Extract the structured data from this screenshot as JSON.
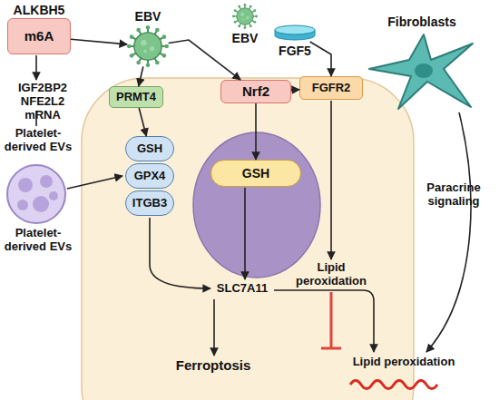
{
  "diagram": {
    "nodes": [
      {
        "text": [
          "ALKBH5",
          "m6A"
        ]
      },
      {
        "text": [
          "EBV"
        ]
      },
      {
        "text": [
          "EBV"
        ]
      },
      {
        "text": [
          "FGF5"
        ]
      },
      {
        "text": [
          "Fibroblasts"
        ]
      },
      {
        "text": [
          "PRMT4"
        ]
      },
      {
        "text": [
          "Nrf2"
        ]
      },
      {
        "text": [
          "FGFR2"
        ]
      },
      {
        "text": [
          "GSH"
        ]
      },
      {
        "text": [
          "GPX4"
        ]
      },
      {
        "text": [
          "ITGB3"
        ]
      },
      {
        "text": [
          "GSH"
        ]
      }
    ],
    "edges": [
      {
        "from": 0,
        "to": 1,
        "arrow": "to"
      },
      {
        "from": 1,
        "to": 5,
        "arrow": "to"
      },
      {
        "from": 1,
        "to": 6,
        "arrow": "to"
      },
      {
        "from": 5,
        "to": 8,
        "arrow": "to"
      },
      {
        "from": 6,
        "to": 11,
        "arrow": "to"
      },
      {
        "from": 6,
        "to": 7,
        "arrow": "to"
      },
      {
        "from": 3,
        "to": 7,
        "arrow": "to"
      }
    ],
    "labels": [
      "IGF2BP2 NFE2L2 mRNA",
      "Platelet-derived EVs",
      "Platelet-derived EVs",
      "Paracrine signaling",
      "Lipid peroxidation",
      "SLC7A11",
      "Ferroptosis",
      "Lipid peroxidation"
    ]
  }
}
